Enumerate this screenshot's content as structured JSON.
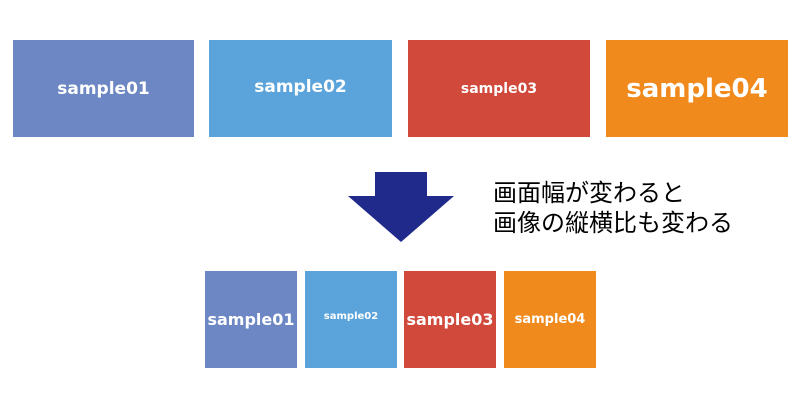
{
  "colors": {
    "box1": "#6c87c3",
    "box2": "#5aa3db",
    "box3": "#d0493b",
    "box4": "#f08a1d",
    "arrow": "#1f2a8a",
    "caption": "#000000"
  },
  "top_row": [
    "sample01",
    "sample02",
    "sample03",
    "sample04"
  ],
  "bottom_row": [
    "sample01",
    "sample02",
    "sample03",
    "sample04"
  ],
  "caption": {
    "line1": "画面幅が変わると",
    "line2": "画像の縦横比も変わる"
  },
  "arrow_icon": "down-arrow-icon"
}
